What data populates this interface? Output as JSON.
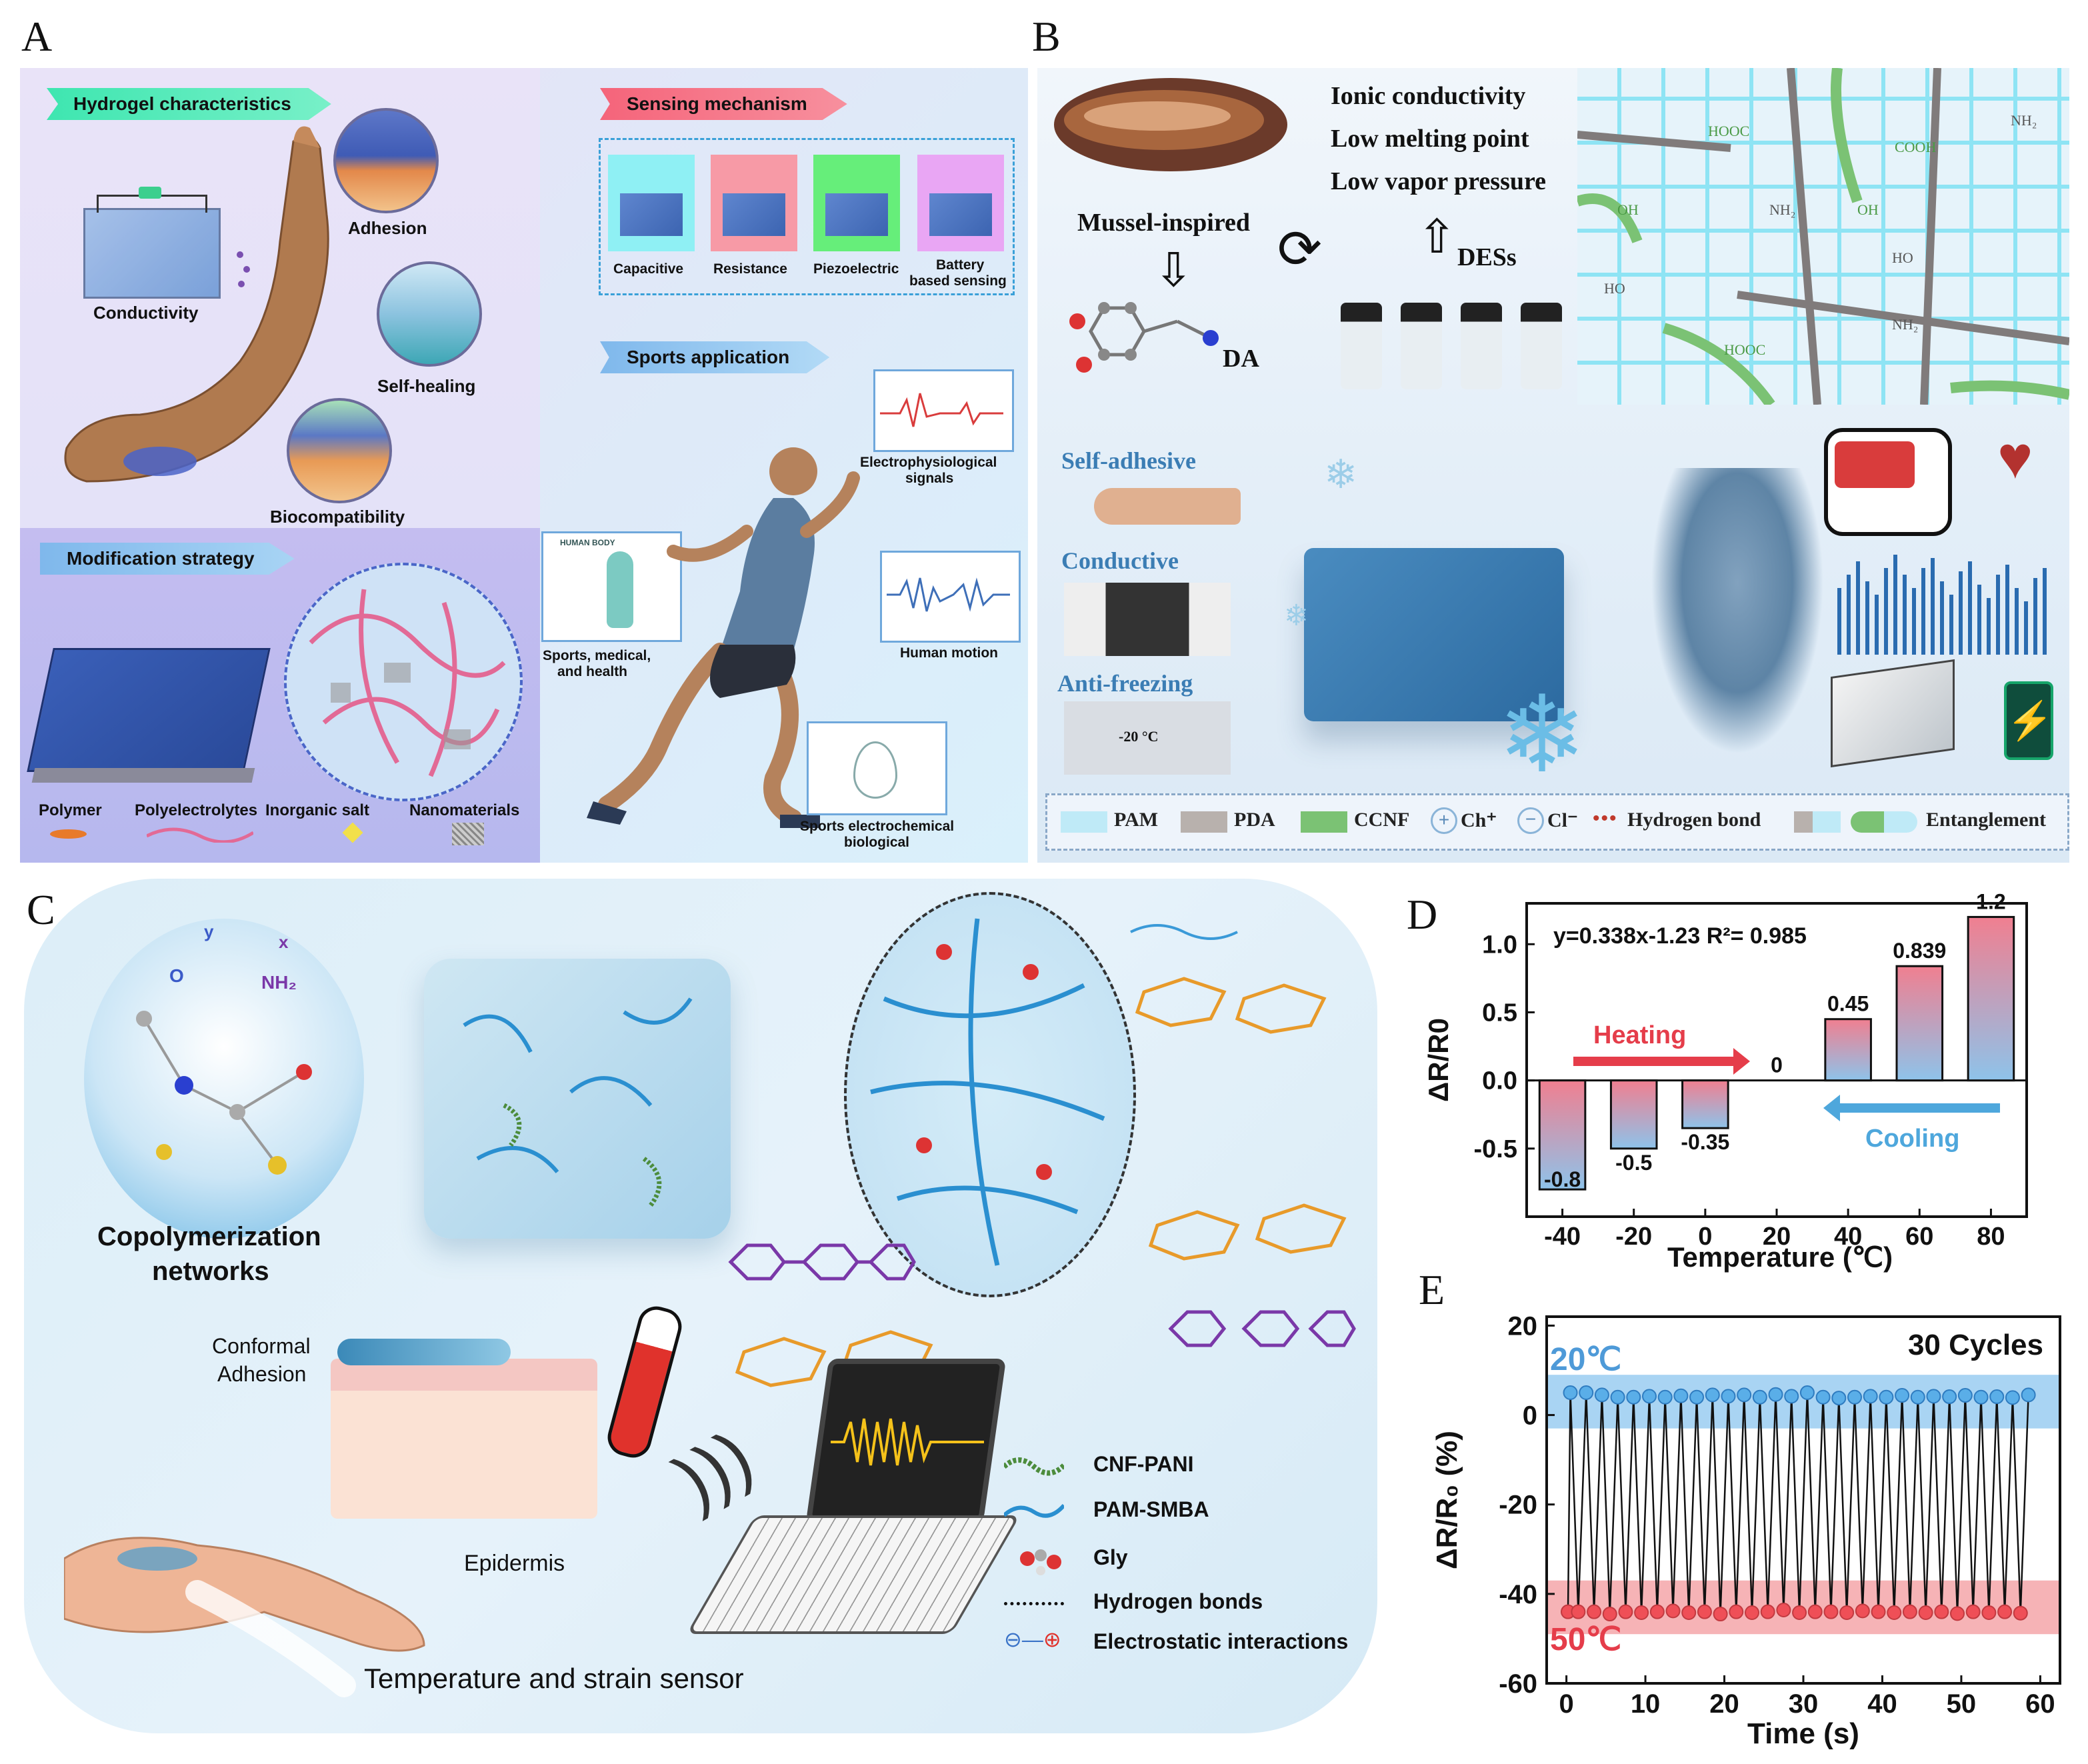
{
  "panels": {
    "a": "A",
    "b": "B",
    "c": "C",
    "d": "D",
    "e": "E"
  },
  "panelA": {
    "hydrogel_characteristics": "Hydrogel characteristics",
    "adhesion": "Adhesion",
    "conductivity": "Conductivity",
    "self_healing": "Self-healing",
    "biocompatibility": "Biocompatibility",
    "modification_strategy": "Modification strategy",
    "polymer": "Polymer",
    "polyelectrolytes": "Polyelectrolytes",
    "inorganic_salt": "Inorganic salt",
    "nanomaterials": "Nanomaterials",
    "sensing_mechanism": "Sensing mechanism",
    "capacitive": "Capacitive",
    "resistance": "Resistance",
    "piezoelectric": "Piezoelectric",
    "battery_line1": "Battery",
    "battery_line2": "based sensing",
    "sports_application": "Sports application",
    "electro_line1": "Electrophysiological",
    "electro_line2": "signals",
    "smh_line1": "Sports, medical,",
    "smh_line2": "and health",
    "human_motion": "Human motion",
    "seb_line1": "Sports electrochemical",
    "seb_line2": "biological",
    "chart_title": "HUMAN BODY"
  },
  "panelB": {
    "ionic": "Ionic conductivity",
    "low_melting": "Low melting point",
    "low_vapor": "Low vapor pressure",
    "mussel": "Mussel-inspired",
    "des": "DESs",
    "da": "DA",
    "self_adhesive": "Self-adhesive",
    "conductive": "Conductive",
    "anti_freezing": "Anti-freezing",
    "temp": "-20 °C",
    "hooc": "HOOC",
    "cooh": "COOH",
    "oh": "OH",
    "nh2": "NH₂",
    "ho": "HO",
    "legend": {
      "pam": "PAM",
      "pda": "PDA",
      "ccnf": "CCNF",
      "ch": "Ch⁺",
      "cl": "Cl⁻",
      "hbond": "Hydrogen bond",
      "entanglement": "Entanglement"
    }
  },
  "panelC": {
    "copolymerization": "Copolymerization",
    "networks": "networks",
    "conformal": "Conformal",
    "adhesion": "Adhesion",
    "epidermis": "Epidermis",
    "sensor": "Temperature and strain sensor",
    "chem_y": "y",
    "chem_x": "x",
    "chem_nh2": "NH₂",
    "chem_o": "O",
    "legend": {
      "cnf_pani": "CNF-PANI",
      "pam_smba": "PAM-SMBA",
      "gly": "Gly",
      "hbonds": "Hydrogen bonds",
      "electro": "Electrostatic interactions"
    }
  },
  "chart_data": [
    {
      "type": "bar",
      "panel": "D",
      "categories": [
        -40,
        -20,
        0,
        20,
        40,
        60,
        80
      ],
      "values": [
        -0.8,
        -0.5,
        -0.35,
        0,
        0.45,
        0.839,
        1.2
      ],
      "value_labels": [
        "-0.8",
        "-0.5",
        "-0.35",
        "0",
        "0.45",
        "0.839",
        "1.2"
      ],
      "xlabel": "Temperature (℃)",
      "ylabel": "ΔR/R0",
      "ylim": [
        -1.0,
        1.3
      ],
      "yticks": [
        "-0.5",
        "0.0",
        "0.5",
        "1.0"
      ],
      "xticks": [
        "-40",
        "-20",
        "0",
        "20",
        "40",
        "60",
        "80"
      ],
      "equation": "y=0.338x-1.23   R²= 0.985",
      "heating": "Heating",
      "cooling": "Cooling"
    },
    {
      "type": "line",
      "panel": "E",
      "xlabel": "Time (s)",
      "ylabel": "ΔR/R₀ (%)",
      "xlim": [
        -2.5,
        62.5
      ],
      "ylim": [
        -60,
        22
      ],
      "xticks": [
        "0",
        "10",
        "20",
        "30",
        "40",
        "50",
        "60"
      ],
      "yticks": [
        "20",
        "0",
        "-20",
        "-40",
        "-60"
      ],
      "cycles_label": "30 Cycles",
      "label_high": "20℃",
      "label_low": "50℃",
      "high_band": [
        -3,
        9
      ],
      "low_band": [
        -49,
        -37
      ],
      "series": [
        {
          "name": "20℃",
          "x_start": 0.5,
          "x_step": 2,
          "count": 30,
          "values": [
            5,
            5,
            4.5,
            4,
            4,
            4.2,
            4,
            4.3,
            4,
            4.5,
            4.2,
            4.5,
            4,
            4.6,
            4.2,
            5,
            4,
            3.8,
            4,
            4.2,
            4,
            4.4,
            4,
            4.2,
            4.1,
            4.4,
            4,
            4.1,
            3.9,
            4.5
          ]
        },
        {
          "name": "50℃",
          "x_start": 1.5,
          "x_step": 2,
          "count": 29,
          "values": [
            -44,
            -44,
            -44.5,
            -44,
            -44.2,
            -44,
            -43.8,
            -44.2,
            -44,
            -44.5,
            -44,
            -44.2,
            -44,
            -43.6,
            -44.2,
            -44,
            -44,
            -44.2,
            -43.8,
            -44,
            -44.2,
            -44,
            -44.2,
            -44,
            -44.4,
            -44,
            -44.2,
            -44,
            -44.3
          ]
        }
      ]
    }
  ],
  "colors": {
    "bar_top": "#f07f90",
    "bar_bottom": "#8ec3ea",
    "heating": "#e53d4a",
    "cooling": "#4ea7dc",
    "e_high_band": "#a9d4f3",
    "e_low_band": "#f6b3b6",
    "e_high_marker": "#5aaee8",
    "e_low_marker": "#ef4f57"
  }
}
